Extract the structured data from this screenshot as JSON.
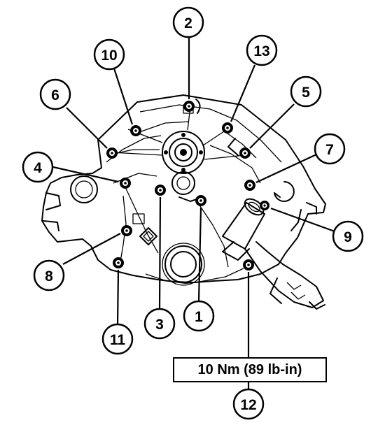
{
  "torque_spec": "10 Nm (89 lb-in)",
  "callouts": [
    {
      "id": "1",
      "label": "1"
    },
    {
      "id": "2",
      "label": "2"
    },
    {
      "id": "3",
      "label": "3"
    },
    {
      "id": "4",
      "label": "4"
    },
    {
      "id": "5",
      "label": "5"
    },
    {
      "id": "6",
      "label": "6"
    },
    {
      "id": "7",
      "label": "7"
    },
    {
      "id": "8",
      "label": "8"
    },
    {
      "id": "9",
      "label": "9"
    },
    {
      "id": "10",
      "label": "10"
    },
    {
      "id": "11",
      "label": "11"
    },
    {
      "id": "12",
      "label": "12"
    },
    {
      "id": "13",
      "label": "13"
    }
  ]
}
